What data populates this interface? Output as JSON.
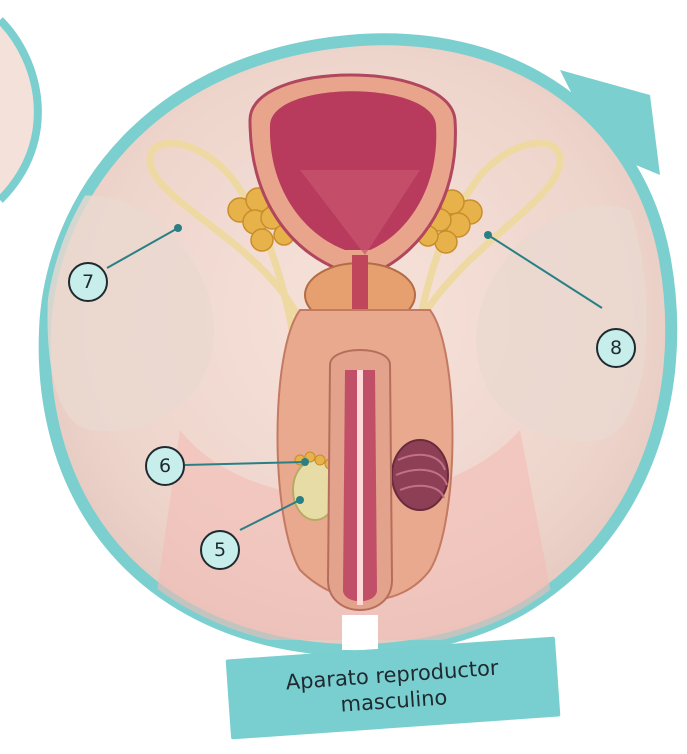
{
  "diagram": {
    "markers": [
      {
        "id": "7",
        "label": "7"
      },
      {
        "id": "8",
        "label": "8"
      },
      {
        "id": "6",
        "label": "6"
      },
      {
        "id": "5",
        "label": "5"
      }
    ],
    "caption": {
      "line1": "Aparato reproductor",
      "line2": "masculino"
    }
  },
  "colors": {
    "frame_teal": "#7ccfcf",
    "caption_bg": "#79cfcf",
    "marker_fill": "#c8eeec",
    "bladder": "#b83a5c",
    "tissue": "#e9a58c",
    "duct": "#eed9a2",
    "gland": "#e8b24a"
  }
}
